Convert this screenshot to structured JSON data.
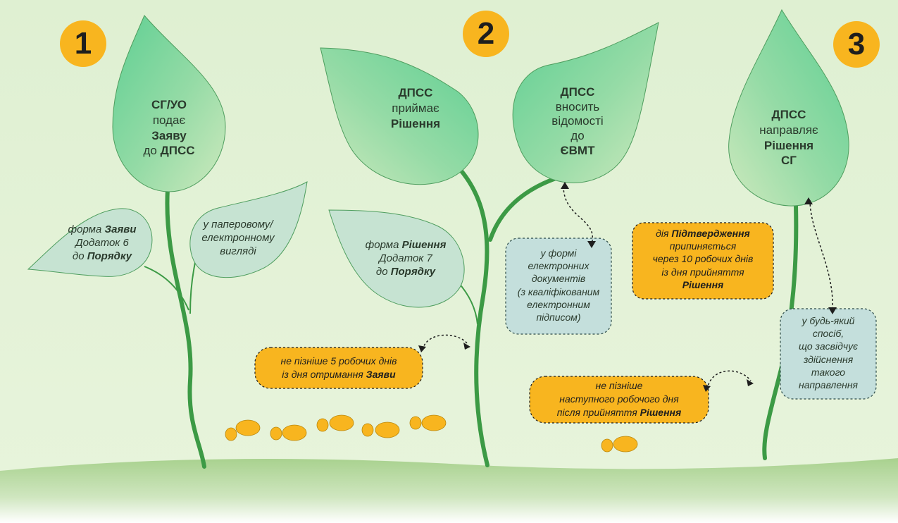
{
  "steps": [
    {
      "number": "1"
    },
    {
      "number": "2"
    },
    {
      "number": "3"
    }
  ],
  "leaves": {
    "step1_main": {
      "line1": "СГ/УО",
      "line2": "подає",
      "line3": "Заяву",
      "line4_prefix": "до ",
      "line4_bold": "ДПСС"
    },
    "step1_form": {
      "line1_prefix": "форма ",
      "line1_bold": "Заяви",
      "line2": "Додаток 6",
      "line3_prefix": "до ",
      "line3_bold": "Порядку"
    },
    "step1_format": {
      "line1": "у паперовому/",
      "line2": "електронному",
      "line3": "вигляді"
    },
    "step2_accept": {
      "line1": "ДПСС",
      "line2": "приймає",
      "line3": "Рішення"
    },
    "step2_register": {
      "line1": "ДПСС",
      "line2": "вносить",
      "line3": "відомості",
      "line4": "до",
      "line5": "ЄВМТ"
    },
    "step2_form": {
      "line1_prefix": "форма ",
      "line1_bold": "Рішення",
      "line2": "Додаток 7",
      "line3_prefix": "до ",
      "line3_bold": "Порядку"
    },
    "step3_send": {
      "line1": "ДПСС",
      "line2": "направляє",
      "line3": "Рішення",
      "line4": "СГ"
    }
  },
  "notes": {
    "electronic_docs": {
      "line1": "у формі",
      "line2": "електронних",
      "line3": "документів",
      "line4": "(з кваліфікованим",
      "line5": "електронним",
      "line6": "підписом)"
    },
    "confirmation_ends": {
      "line1_prefix": "дія ",
      "line1_bold": "Підтвердження",
      "line2": "припиняється",
      "line3": "через 10 робочих днів",
      "line4": "із дня прийняття",
      "line5": "Рішення"
    },
    "deadline_5_days": {
      "line1": "не пізніше 5 робочих днів",
      "line2_prefix": "із дня отримання ",
      "line2_bold": "Заяви"
    },
    "next_working_day": {
      "line1": "не пізніше",
      "line2": "наступного робочого дня",
      "line3_prefix": "після прийняття ",
      "line3_bold": "Рішення"
    },
    "any_method": {
      "line1": "у будь-який",
      "line2": "спосіб,",
      "line3": "що засвідчує",
      "line4": "здійснення",
      "line5": "такого",
      "line6": "направлення"
    }
  },
  "colors": {
    "background": "#dff0d2",
    "leaf_light": "#cde9bd",
    "leaf_dark": "#5fcf93",
    "stem": "#3c9a45",
    "badge": "#f8b51f",
    "note_blue": "#c4dfdc",
    "ground": "#a8d18e"
  }
}
